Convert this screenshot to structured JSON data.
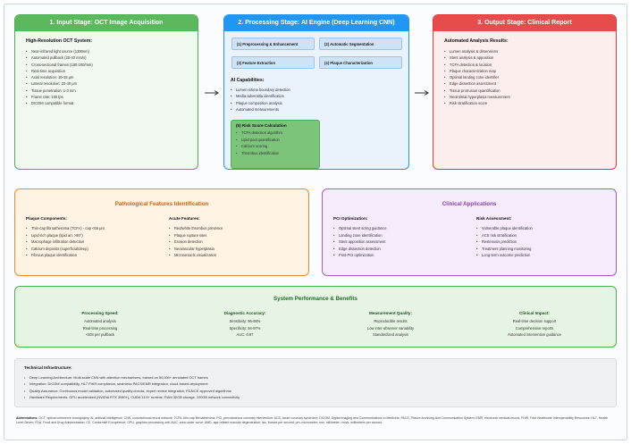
{
  "stage1": {
    "header": "1. Input Stage: OCT Image Acquisition",
    "section_title": "High-Resolution OCT System:",
    "items": [
      "Near-infrared light source (1300nm)",
      "Automated pullback (20-40 mm/s)",
      "Cross-sectional frames (180-200/mm)",
      "Real-time acquisition",
      "Axial resolution: 10-15 μm",
      "Lateral resolution: 20-40 μm",
      "Tissue penetration: 1-3 mm",
      "Frame rate: 180 fps",
      "DICOM compatible format"
    ]
  },
  "stage2": {
    "header": "2. Processing Stage: AI Engine (Deep Learning CNN)",
    "modules": [
      "(1) Preprocessing & Enhancement",
      "(2) Automatic Segmentation",
      "(3) Feature Extraction",
      "(4) Plaque Characterization"
    ],
    "capabilities_title": "AI Capabilities:",
    "capabilities": [
      "Lumen-intima boundary detection",
      "Media-adventitia identification",
      "Plaque composition analysis",
      "Automated measurements"
    ],
    "risk": {
      "title": "(5) Risk Score Calculation",
      "items": [
        "TCFA detection algorithm",
        "Lipid pool quantification",
        "Calcium scoring",
        "Thrombus identification"
      ]
    }
  },
  "stage3": {
    "header": "3. Output Stage: Clinical Report",
    "section_title": "Automated Analysis Results:",
    "items": [
      "Lumen analysis & dimensions",
      "Stent analysis & apposition",
      "TCFA detection & location",
      "Plaque characterization map",
      "Optimal landing zone identifier",
      "Edge dissection assessment",
      "Tissue protrusion quantification",
      "Neointimal hyperplasia measurement",
      "Risk stratification score"
    ]
  },
  "arrows": {
    "glyph": "→"
  },
  "pathological": {
    "title": "Pathological Features Identification",
    "left_title": "Plaque Components:",
    "left_items": [
      "Thin-cap fibroatheroma (TCFA) - cap <65 μm",
      "Lipid-rich plaque (lipid arc >90°)",
      "Macrophage infiltration detection",
      "Calcium deposits (superficial/deep)",
      "Fibrous plaque identification"
    ],
    "right_title": "Acute Features:",
    "right_items": [
      "Red/white thrombus presence",
      "Plaque rupture sites",
      "Erosion detection",
      "Neovascular hyperplasia",
      "Microvessels visualization"
    ]
  },
  "clinical": {
    "title": "Clinical Applications",
    "left_title": "PCI Optimization:",
    "left_items": [
      "Optimal stent sizing guidance",
      "Landing zone identification",
      "Stent apposition assessment",
      "Edge dissection detection",
      "Post-PCI optimization"
    ],
    "right_title": "Risk Assessment:",
    "right_items": [
      "Vulnerable plaque identification",
      "ACS risk stratification",
      "Restenosis prediction",
      "Treatment planning monitoring",
      "Long-term outcome prediction"
    ]
  },
  "performance": {
    "title": "System Performance & Benefits",
    "columns": [
      {
        "title": "Processing Speed:",
        "lines": [
          "Automated analysis",
          "Real-time processing",
          "<60s per pullback"
        ]
      },
      {
        "title": "Diagnostic Accuracy:",
        "lines": [
          "Sensitivity: 96-98%",
          "Specificity: 94-97%",
          "AUC: 0.97"
        ]
      },
      {
        "title": "Measurement Quality:",
        "lines": [
          "Reproducible results",
          "Low inter-observer variability",
          "Standardized analysis"
        ]
      },
      {
        "title": "Clinical Impact:",
        "lines": [
          "Real-time decision support",
          "Comprehensive reports",
          "Automated intervention guidance"
        ]
      }
    ]
  },
  "technical": {
    "title": "Technical Infrastructure:",
    "items": [
      "Deep Learning Architecture: Multi-scale CNN with attention mechanisms, trained on 50,000+ annotated OCT frames",
      "Integration: DICOM compatibility, HL7 FHIR compliance, seamless PACS/EMR integration, cloud-based deployment",
      "Quality Assurance: Continuous model validation, automated quality checks, expert review integration, FDA/CE approved algorithms",
      "Hardware Requirements: GPU accelerated (NVIDIA RTX 3080+), CUDA 11.6+ runtime, RAM 32GB storage, 100GB network connectivity"
    ]
  },
  "abbreviations": {
    "label": "Abbreviations:",
    "text": "OCT, optical coherence tomography; AI, artificial intelligence; CNN, convolutional neural network; TCFA, thin-cap fibroatheroma; PCI, percutaneous coronary intervention; ACS, acute coronary syndrome; DICOM, Digital Imaging and Communications in Medicine; PACS, Picture Archiving and Communication System; EMR, electronic medical record; FHIR, Fast Healthcare Interoperability Resources; HL7, Health Level Seven; FDA, Food and Drug Administration; CE, Conformité Européenne; GPU, graphics processing unit; AUC, area under curve; AMD, age-related macular degeneration; fps, frames per second; μm, micrometer; mm, millimeter; mm/s, millimeters per second."
  }
}
